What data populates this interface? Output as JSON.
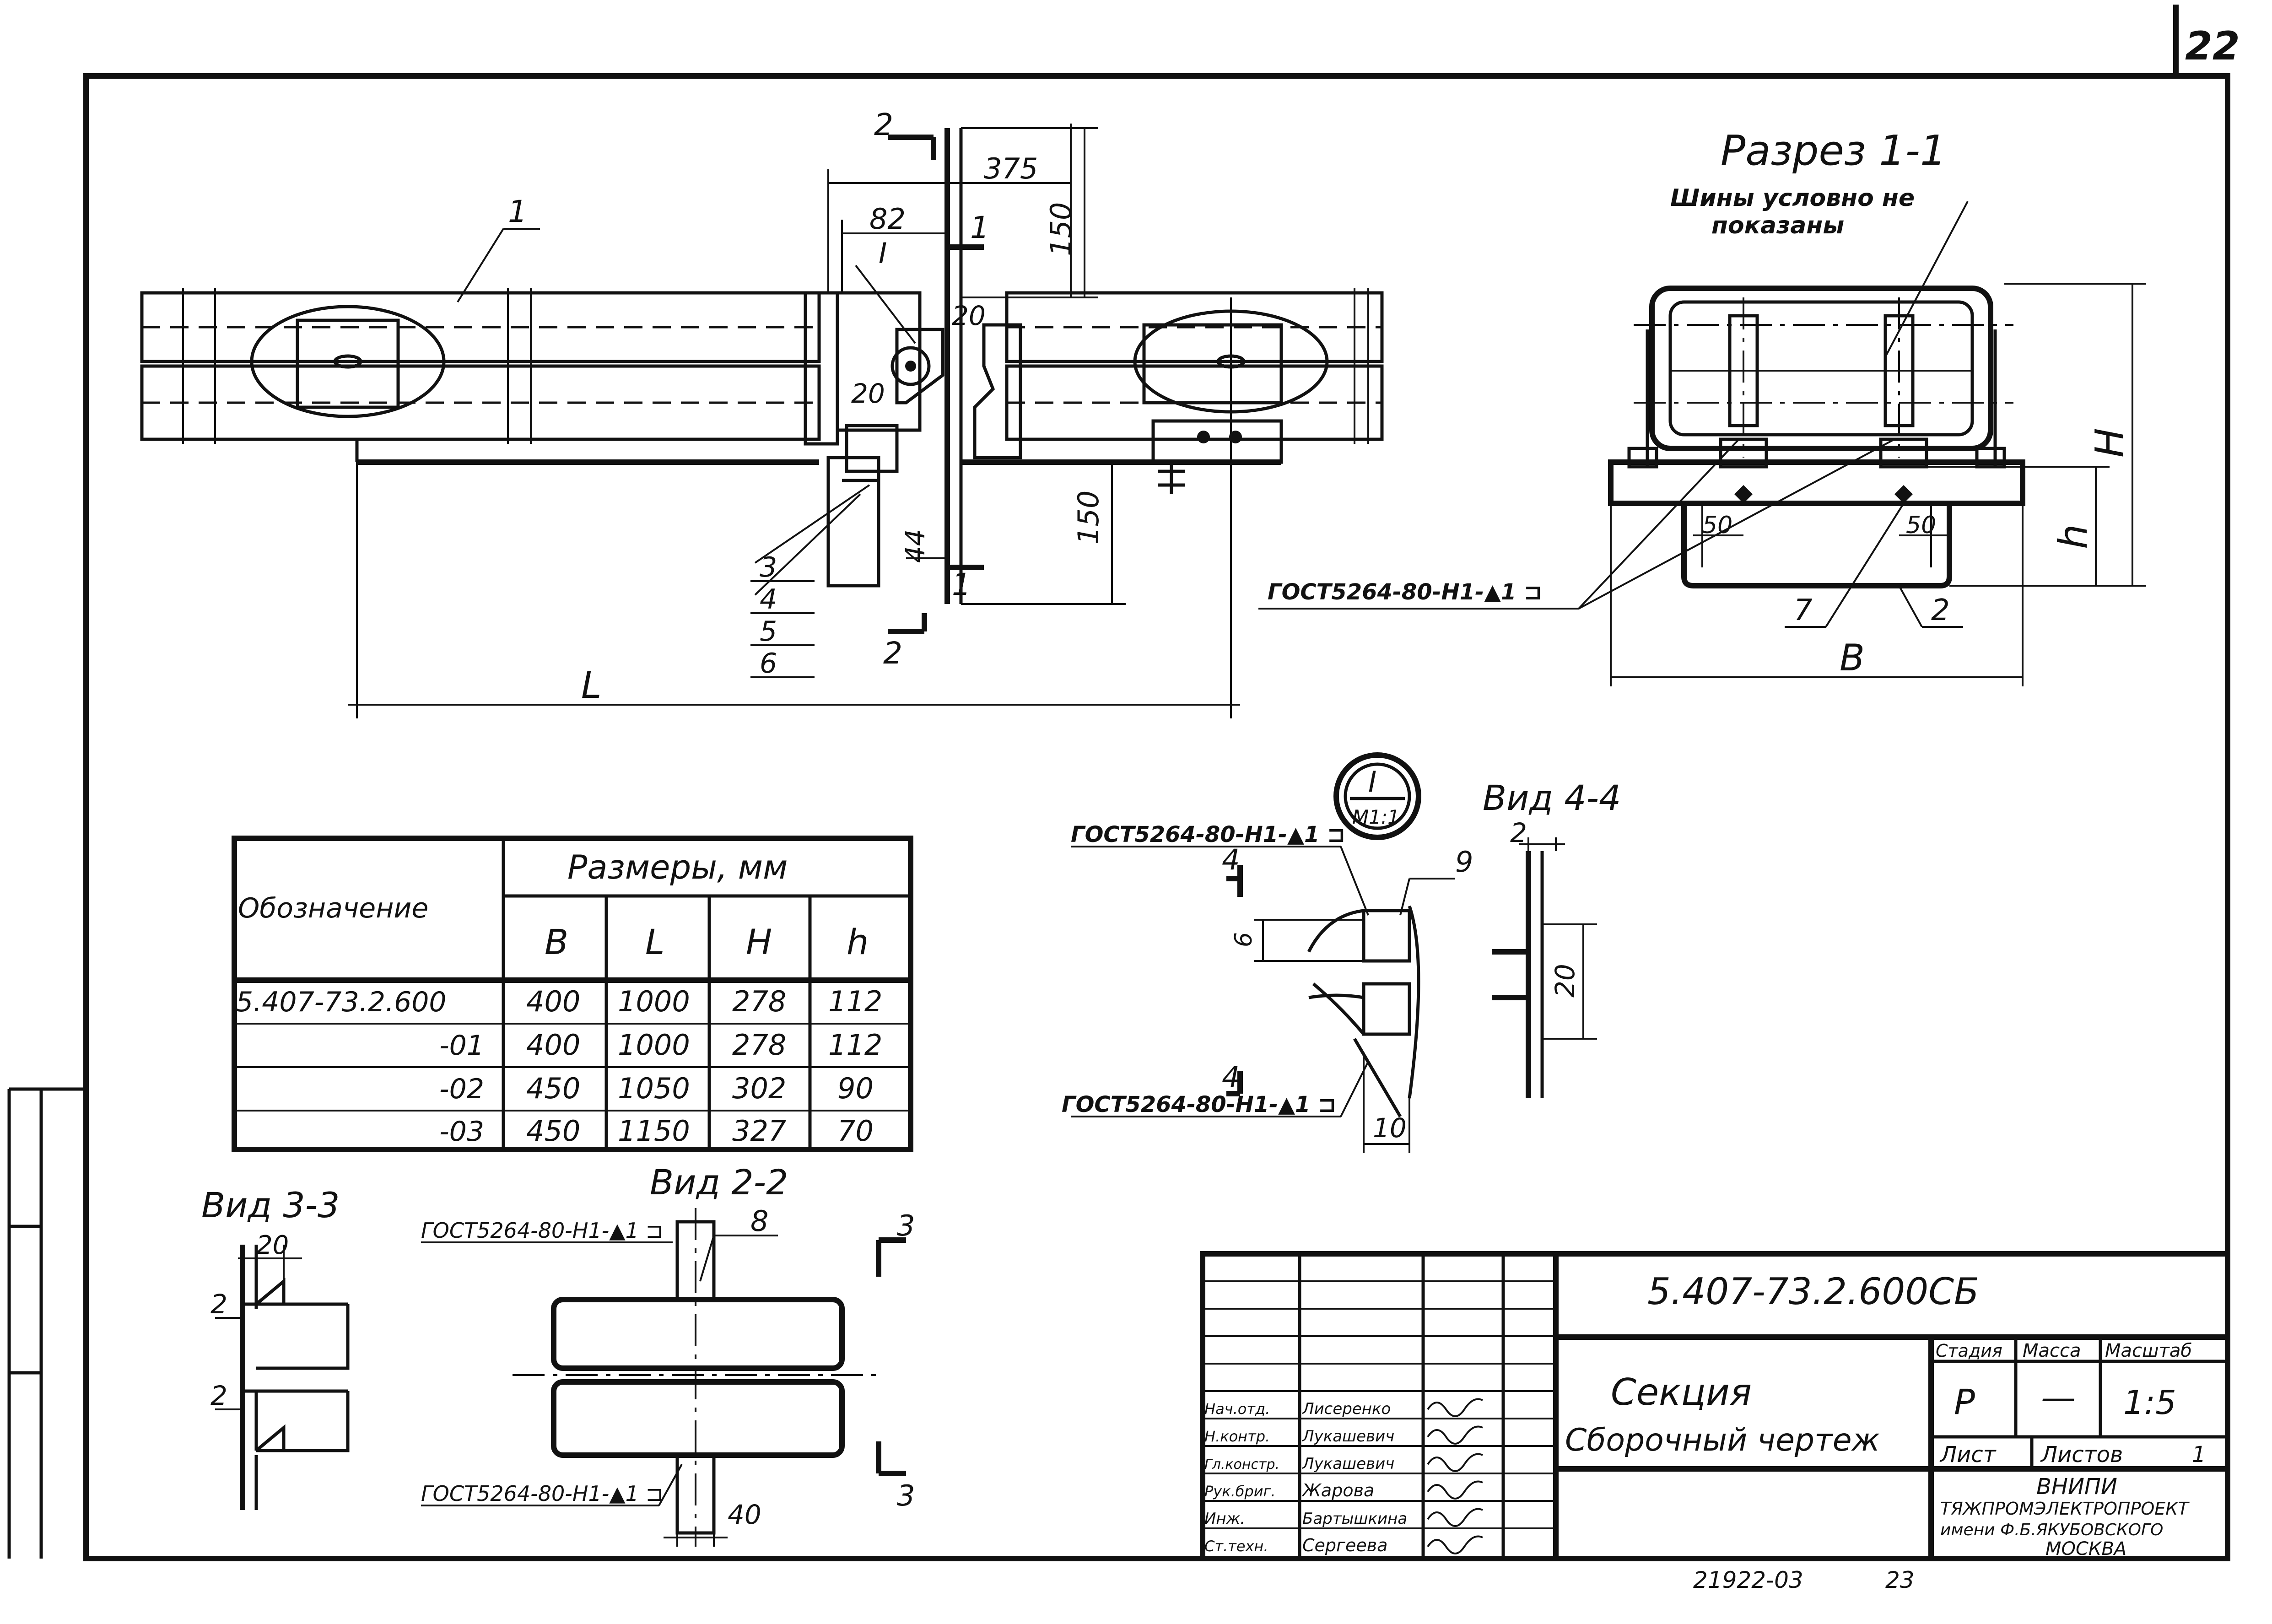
{
  "sheet": {
    "number": "22",
    "bottom_note": "21922-03",
    "bottom_page": "23"
  },
  "main_view": {
    "dims": {
      "d375": "375",
      "d82": "82",
      "d150_top": "150",
      "d20_a": "20",
      "d20_b": "20",
      "d150_bottom": "150",
      "d44": "44",
      "L": "L"
    },
    "section_marks": {
      "s2_top": "2",
      "s2_bottom": "2",
      "s1_top": "1",
      "s1_bottom": "1",
      "detail": "I"
    },
    "positions": {
      "p1": "1",
      "p3": "3",
      "p4": "4",
      "p5": "5",
      "p6": "6"
    }
  },
  "section_1_1": {
    "title": "Разрез 1-1",
    "note_line1": "Шины условно не",
    "note_line2": "показаны",
    "weld_label": "ГОСТ5264-80-Н1-▲1 ⊐",
    "dims": {
      "d50_left": "50",
      "d50_right": "50",
      "H": "H",
      "h": "h",
      "B": "B"
    },
    "positions": {
      "p7": "7",
      "p2": "2"
    }
  },
  "table": {
    "header_designation": "Обозначение",
    "header_sizes": "Размеры, мм",
    "columns": [
      "B",
      "L",
      "H",
      "h"
    ],
    "rows": [
      {
        "designation": "5.407-73.2.600",
        "values": [
          "400",
          "1000",
          "278",
          "112"
        ]
      },
      {
        "designation": "-01",
        "values": [
          "400",
          "1000",
          "278",
          "112"
        ]
      },
      {
        "designation": "-02",
        "values": [
          "450",
          "1050",
          "302",
          "90"
        ]
      },
      {
        "designation": "-03",
        "values": [
          "450",
          "1150",
          "327",
          "70"
        ]
      }
    ]
  },
  "detail_I": {
    "circle_top": "I",
    "circle_bottom": "M1:1",
    "weld_top": "ГОСТ5264-80-Н1-▲1 ⊐",
    "weld_bottom": "ГОСТ5264-80-Н1-▲1 ⊐",
    "mark_4_top": "4",
    "mark_4_bottom": "4",
    "position": "9",
    "dim_6": "6",
    "dim_10": "10"
  },
  "view_4_4": {
    "title": "Вид 4-4",
    "dim_2": "2",
    "dim_20": "20"
  },
  "view_3_3": {
    "title": "Вид 3-3",
    "dim_20": "20",
    "dim_2_top": "2",
    "dim_2_bottom": "2"
  },
  "view_2_2": {
    "title": "Вид 2-2",
    "weld_top": "ГОСТ5264-80-Н1-▲1 ⊐",
    "weld_bottom": "ГОСТ5264-80-Н1-▲1 ⊐",
    "position": "8",
    "dim_40": "40",
    "mark_3_top": "3",
    "mark_3_bottom": "3"
  },
  "title_block": {
    "doc_code": "5.407-73.2.600СБ",
    "title_line1": "Секция",
    "title_line2": "Сборочный чертеж",
    "stage_label": "Стадия",
    "mass_label": "Масса",
    "scale_label": "Масштаб",
    "stage": "Р",
    "mass": "—",
    "scale": "1:5",
    "sheet_label": "Лист",
    "sheets_label": "Листов",
    "sheets_count": "1",
    "org_line1": "ВНИПИ",
    "org_line2": "ТЯЖПРОМЭЛЕКТРОПРОЕКТ",
    "org_line3": "имени Ф.Б.ЯКУБОВСКОГО",
    "org_line4": "МОСКВА",
    "signatures": [
      {
        "role": "Нач.отд.",
        "name": "Лисеренко"
      },
      {
        "role": "Н.контр.",
        "name": "Лукашевич"
      },
      {
        "role": "Гл.констр.",
        "name": "Лукашевич"
      },
      {
        "role": "Рук.бриг.",
        "name": "Жарова"
      },
      {
        "role": "Инж.",
        "name": "Бартышкина"
      },
      {
        "role": "Ст.техн.",
        "name": "Сергеева"
      }
    ]
  }
}
